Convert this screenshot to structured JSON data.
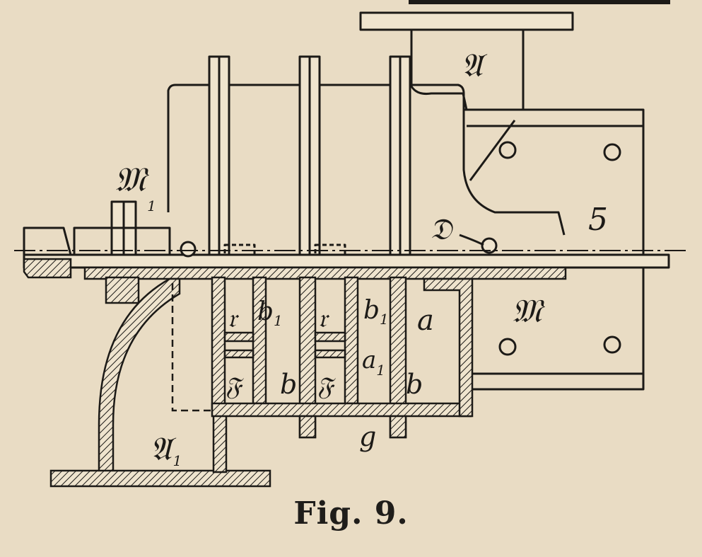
{
  "caption": "Fig. 9.",
  "labels": {
    "A_top": "𝔄",
    "A1": "𝔄",
    "A1_sub": "1",
    "M_left": "𝔐",
    "M_left_sub": "1",
    "M_right": "𝔐",
    "D": "𝔇",
    "five": "5",
    "r_left": "𝔯",
    "b1_left": "b",
    "b1_left_sub": "1",
    "r_mid": "𝔯",
    "b1_mid": "b",
    "b1_mid_sub": "1",
    "a_right": "a",
    "F_left": "𝔉",
    "b_left": "b",
    "F_mid": "𝔉",
    "a1_mid": "a",
    "a1_mid_sub": "1",
    "b_right": "b",
    "g": "g"
  }
}
